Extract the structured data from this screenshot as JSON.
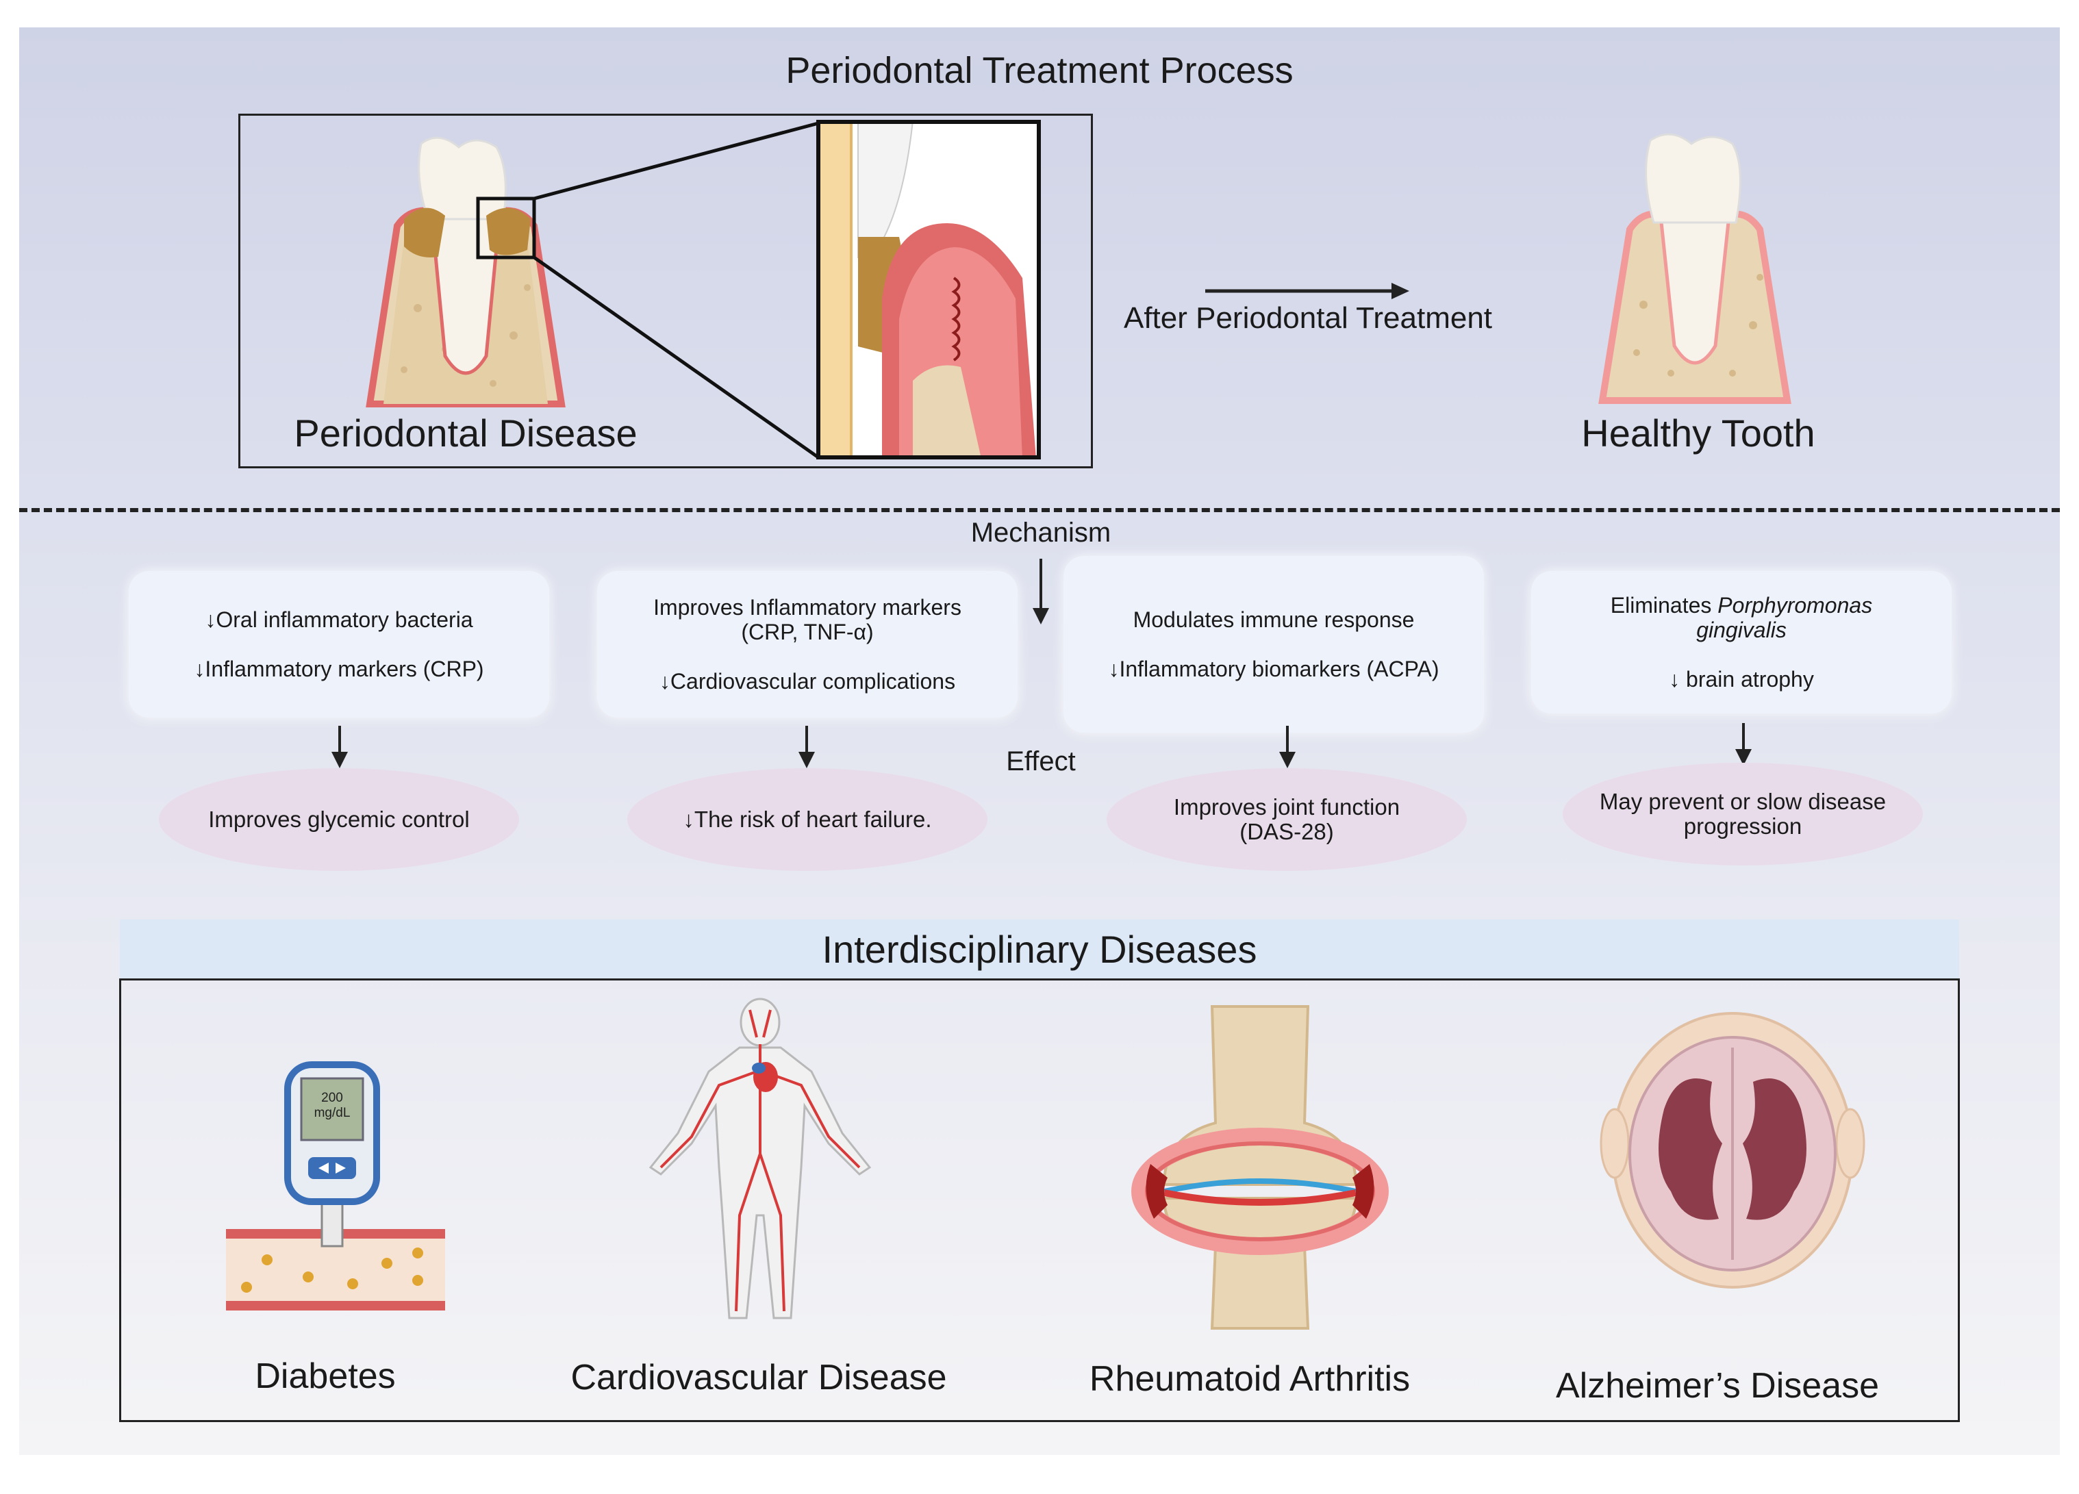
{
  "title": "Periodontal Treatment Process",
  "top": {
    "disease_label": "Periodontal Disease",
    "treatment_label": "After Periodontal Treatment",
    "healthy_label": "Healthy Tooth"
  },
  "mechanism_label": "Mechanism",
  "effect_label": "Effect",
  "mechanisms": [
    {
      "line1": "↓Oral inflammatory bacteria",
      "line2": "↓Inflammatory markers (CRP)"
    },
    {
      "line1": "Improves Inflammatory markers",
      "line1b": "(CRP, TNF-α)",
      "line2": "↓Cardiovascular complications"
    },
    {
      "line1": "Modulates immune response",
      "line2": "↓Inflammatory biomarkers (ACPA)"
    },
    {
      "line1_prefix": "Eliminates ",
      "line1_italic": "Porphyromonas",
      "line1b_italic": "gingivalis",
      "line2": "↓ brain atrophy"
    }
  ],
  "effects": [
    {
      "line1": "Improves glycemic control"
    },
    {
      "line1": "↓The risk of heart failure."
    },
    {
      "line1": "Improves joint function",
      "line2": "(DAS-28)"
    },
    {
      "line1": "May prevent or slow disease",
      "line2": "progression"
    }
  ],
  "interdisciplinary_title": "Interdisciplinary Diseases",
  "diseases": [
    {
      "label": "Diabetes",
      "meter_value": "200",
      "meter_unit": "mg/dL"
    },
    {
      "label": "Cardiovascular Disease"
    },
    {
      "label": "Rheumatoid Arthritis"
    },
    {
      "label": "Alzheimer’s Disease"
    }
  ],
  "colors": {
    "gum": "#e06a6a",
    "bone": "#e9d6b4",
    "tooth": "#f7f3ea",
    "plaque": "#b98a3e",
    "effect_fill": "#e9dcea",
    "band": "#dce8f6"
  }
}
